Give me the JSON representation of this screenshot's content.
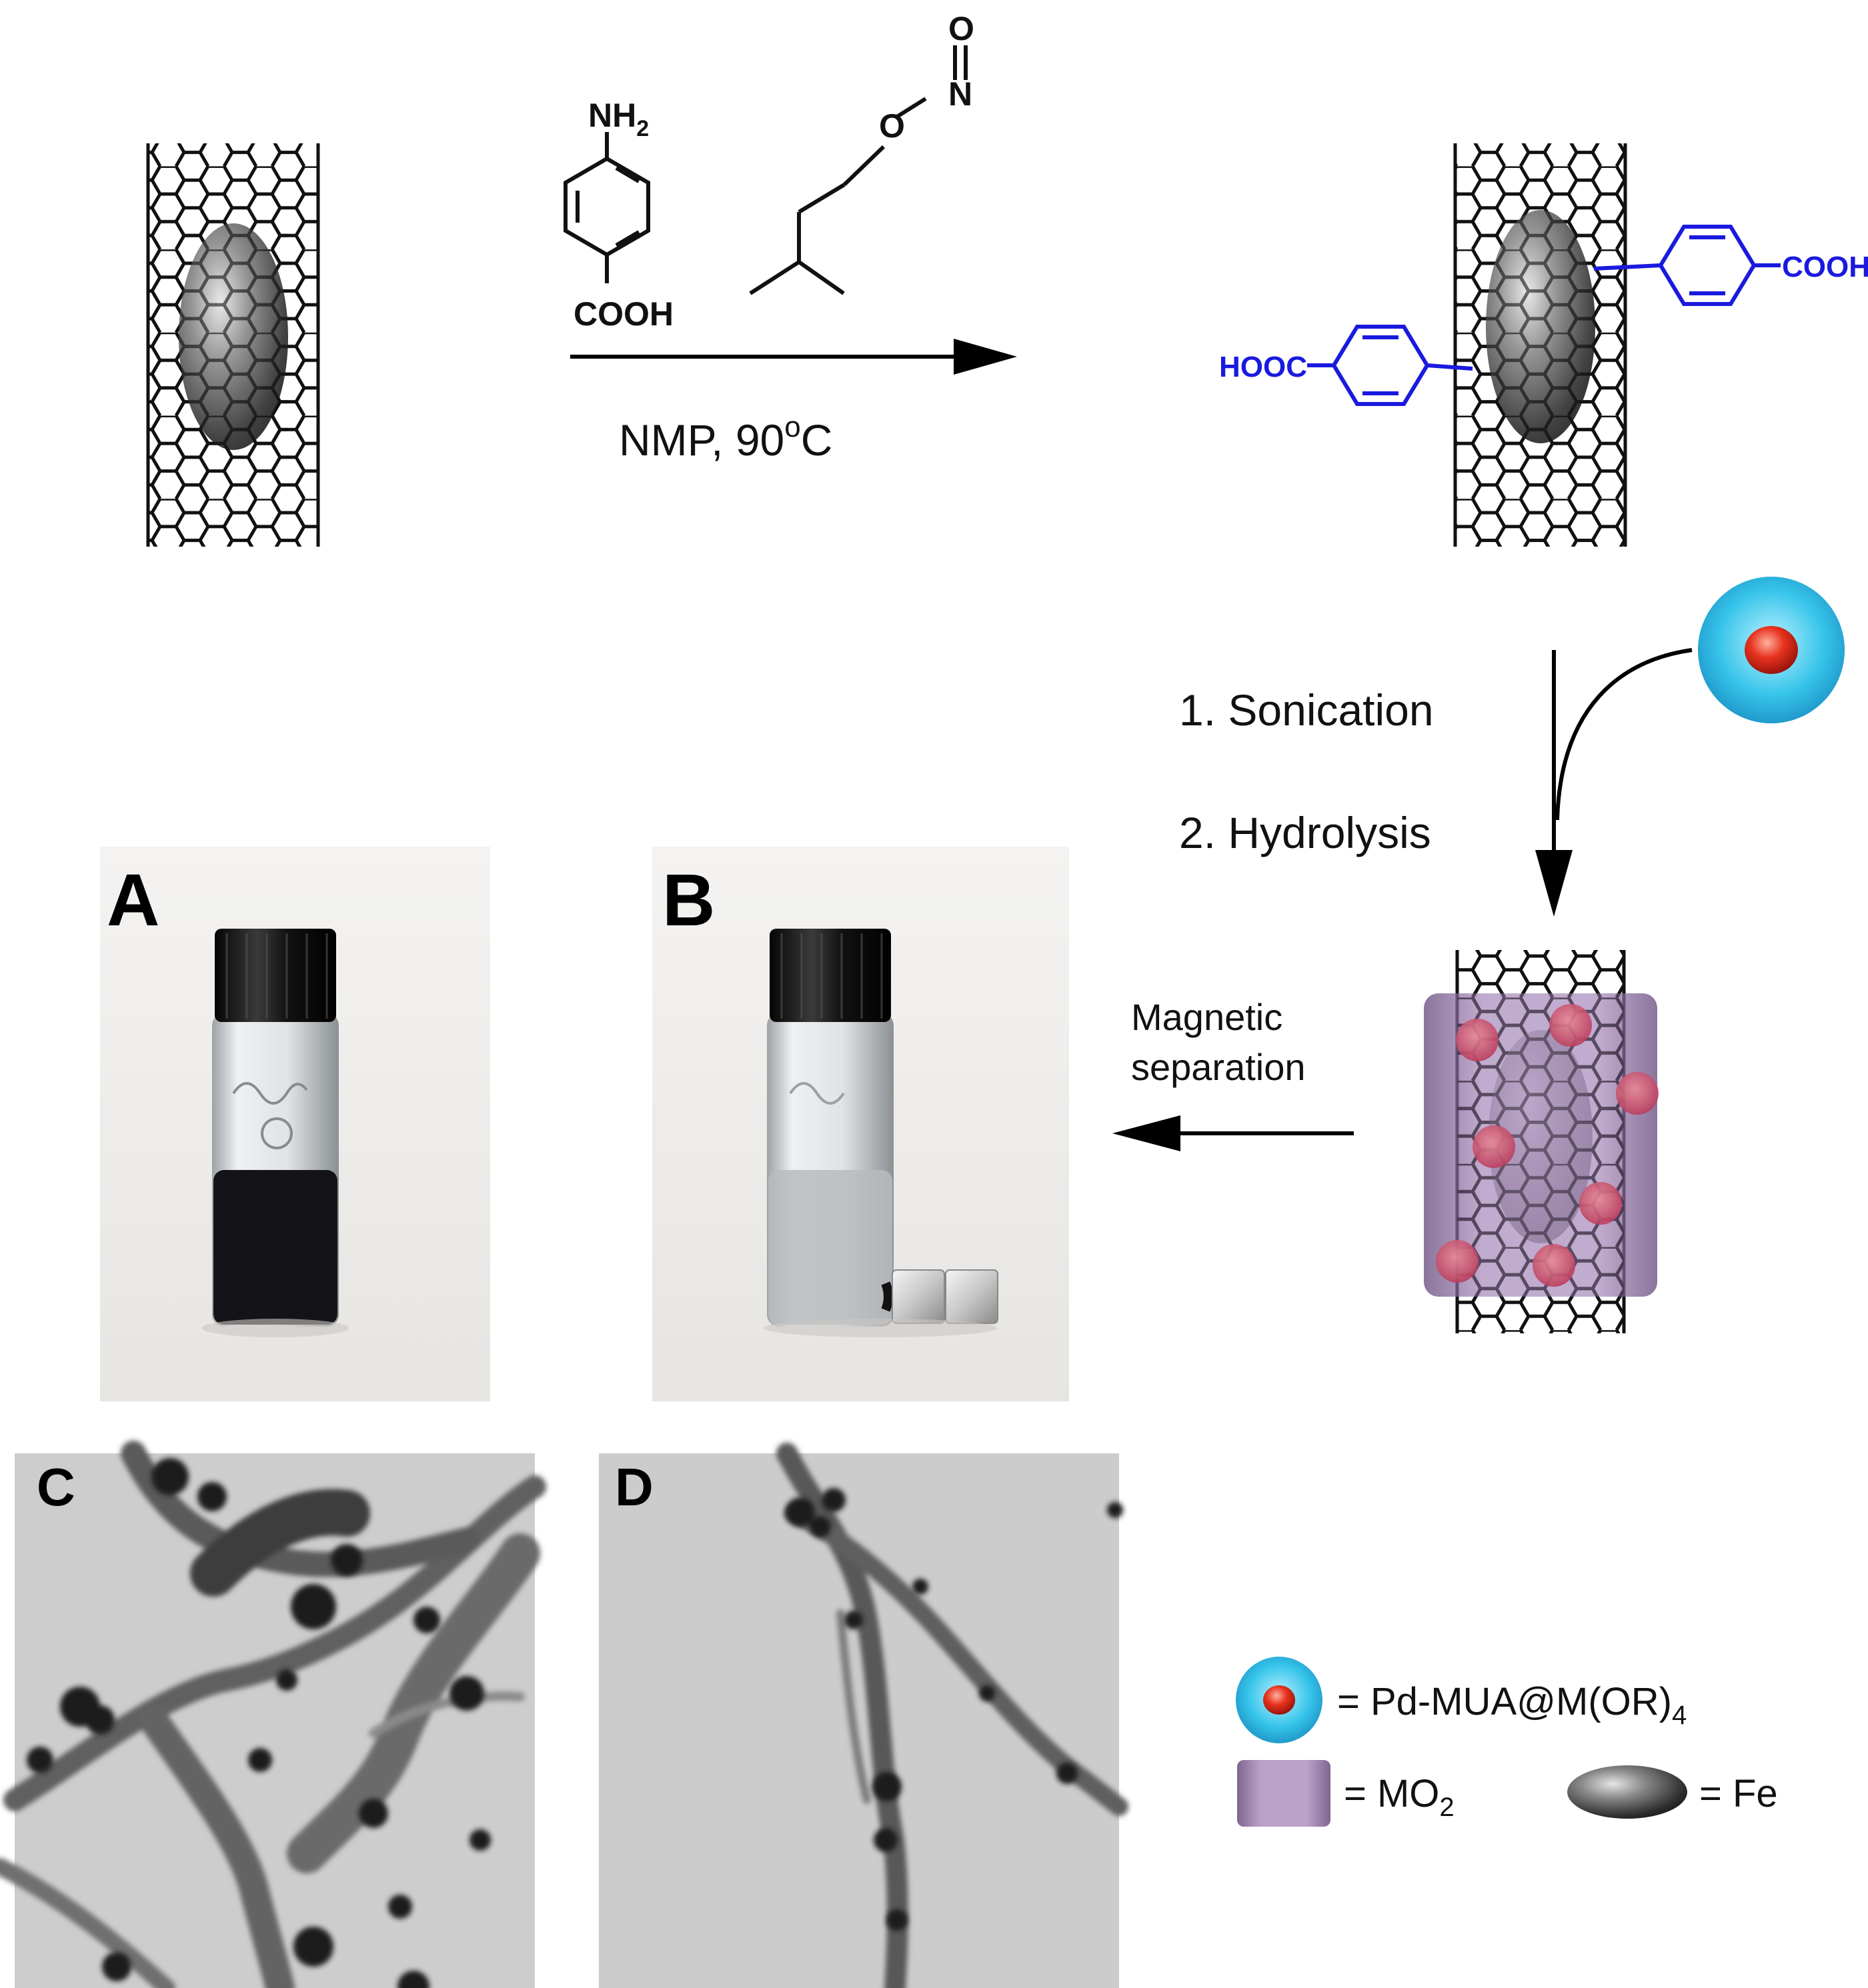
{
  "reaction": {
    "reagent1": {
      "top": "NH",
      "top_sub": "2",
      "bottom": "COOH"
    },
    "reagent2": {
      "atom_o1": "O",
      "atom_n": "N",
      "atom_o2": "O"
    },
    "conditions": {
      "text": "NMP, 90",
      "sup": "o",
      "unit": "C"
    }
  },
  "product": {
    "right_group": "COOH",
    "left_group": "HOOC"
  },
  "steps": {
    "step1": "1. Sonication",
    "step2": "2. Hydrolysis"
  },
  "separation": {
    "line1": "Magnetic",
    "line2": "separation"
  },
  "panels": {
    "a": "A",
    "b": "B",
    "c": "C",
    "d": "D"
  },
  "legend": {
    "pd": {
      "prefix": "= Pd-MUA@M(OR)",
      "sub": "4"
    },
    "mo2": {
      "prefix": "= MO",
      "sub": "2"
    },
    "fe": {
      "text": "= Fe"
    }
  },
  "colors": {
    "blue_linker": "#1a1adf",
    "vial_black": "#141418",
    "shell_purple": "#7d5a92",
    "core_red": "#d8241a",
    "bead_cyan": "#28b8e2"
  }
}
